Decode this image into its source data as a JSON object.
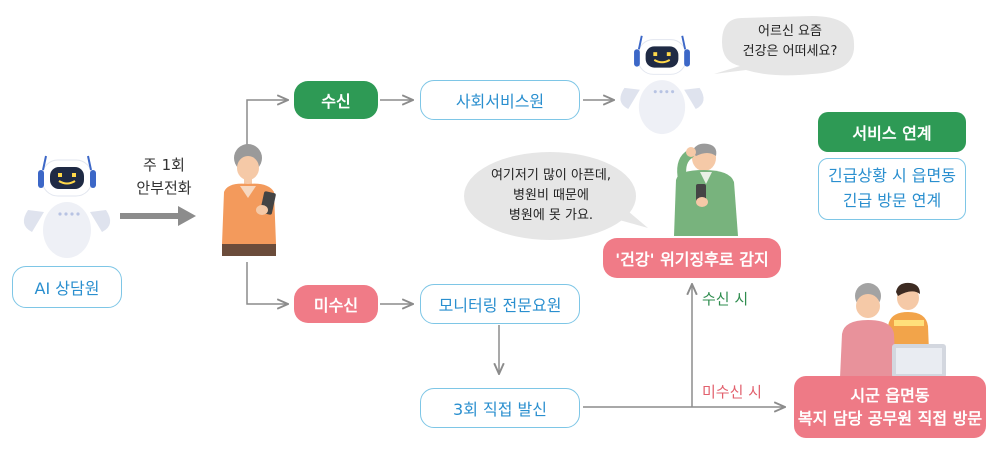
{
  "nodes": {
    "ai_counselor": "AI 상담원",
    "weekly_call_line1": "주 1회",
    "weekly_call_line2": "안부전화",
    "received": "수신",
    "social_worker": "사회서비스원",
    "not_received": "미수신",
    "monitoring": "모니터링 전문요원",
    "three_calls": "3회 직접 발신",
    "health_crisis": "'건강' 위기징후로 감지",
    "on_receive": "수신 시",
    "on_not_receive": "미수신 시",
    "visit_line1": "시군 읍면동",
    "visit_line2": "복지 담당 공무원 직접 방문"
  },
  "bubbles": {
    "robot_question_line1": "어르신 요즘",
    "robot_question_line2": "건강은 어떠세요?",
    "elder_reply_line1": "여기저기 많이 아픈데,",
    "elder_reply_line2": "병원비 때문에",
    "elder_reply_line3": "병원에 못 가요."
  },
  "legend": {
    "service_link": "서비스 연계",
    "emergency_line1": "긴급상황 시 읍면동",
    "emergency_line2": "긴급 방문 연계"
  },
  "colors": {
    "green": "#2e9a55",
    "pink": "#f07b87",
    "blue_outline": "#7ec6e6",
    "blue_text": "#2a8fcf",
    "arrow_gray": "#8c8c8c"
  }
}
